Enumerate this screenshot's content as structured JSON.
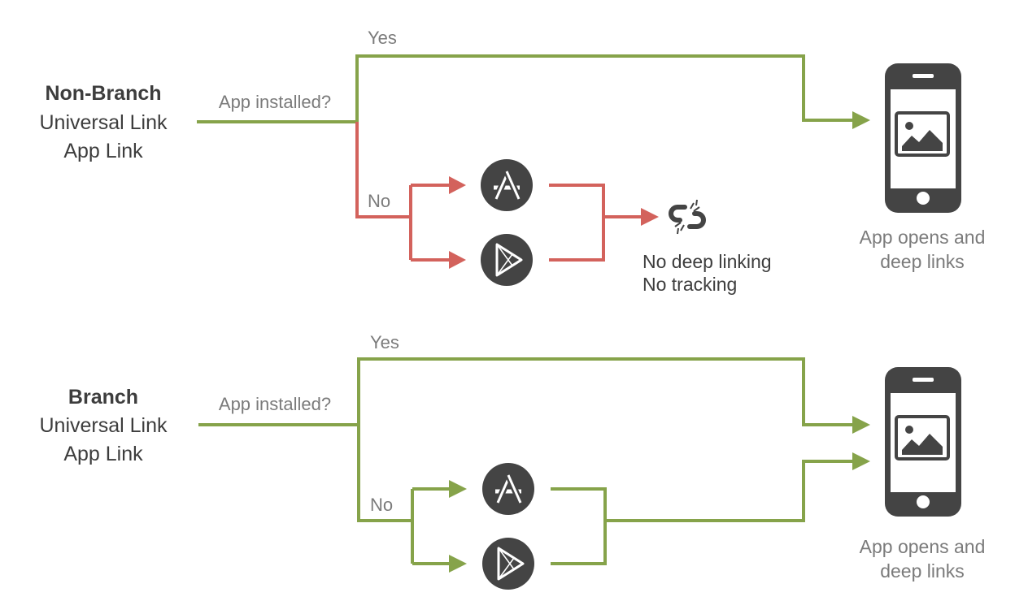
{
  "colors": {
    "success_line": "#86a34a",
    "failure_line": "#d3625c",
    "icon_fill": "#444444",
    "label_gray": "#7b7b7b",
    "text_dark": "#3d3d3d"
  },
  "flows": [
    {
      "id": "non-branch",
      "source": {
        "title": "Non-Branch",
        "lines": [
          "Universal Link",
          "App Link"
        ]
      },
      "question": "App installed?",
      "yes_label": "Yes",
      "no_label": "No",
      "no_path_outcome": "failure",
      "stores": [
        {
          "name": "App Store",
          "icon": "app-store-icon"
        },
        {
          "name": "Google Play",
          "icon": "google-play-icon"
        }
      ],
      "failure": {
        "icon": "broken-link-icon",
        "lines": [
          "No deep linking",
          "No tracking"
        ]
      },
      "result": {
        "icon": "phone-icon",
        "lines": [
          "App opens and",
          "deep links"
        ]
      }
    },
    {
      "id": "branch",
      "source": {
        "title": "Branch",
        "lines": [
          "Universal Link",
          "App Link"
        ]
      },
      "question": "App installed?",
      "yes_label": "Yes",
      "no_label": "No",
      "no_path_outcome": "success",
      "stores": [
        {
          "name": "App Store",
          "icon": "app-store-icon"
        },
        {
          "name": "Google Play",
          "icon": "google-play-icon"
        }
      ],
      "result": {
        "icon": "phone-icon",
        "lines": [
          "App opens and",
          "deep links"
        ]
      }
    }
  ]
}
